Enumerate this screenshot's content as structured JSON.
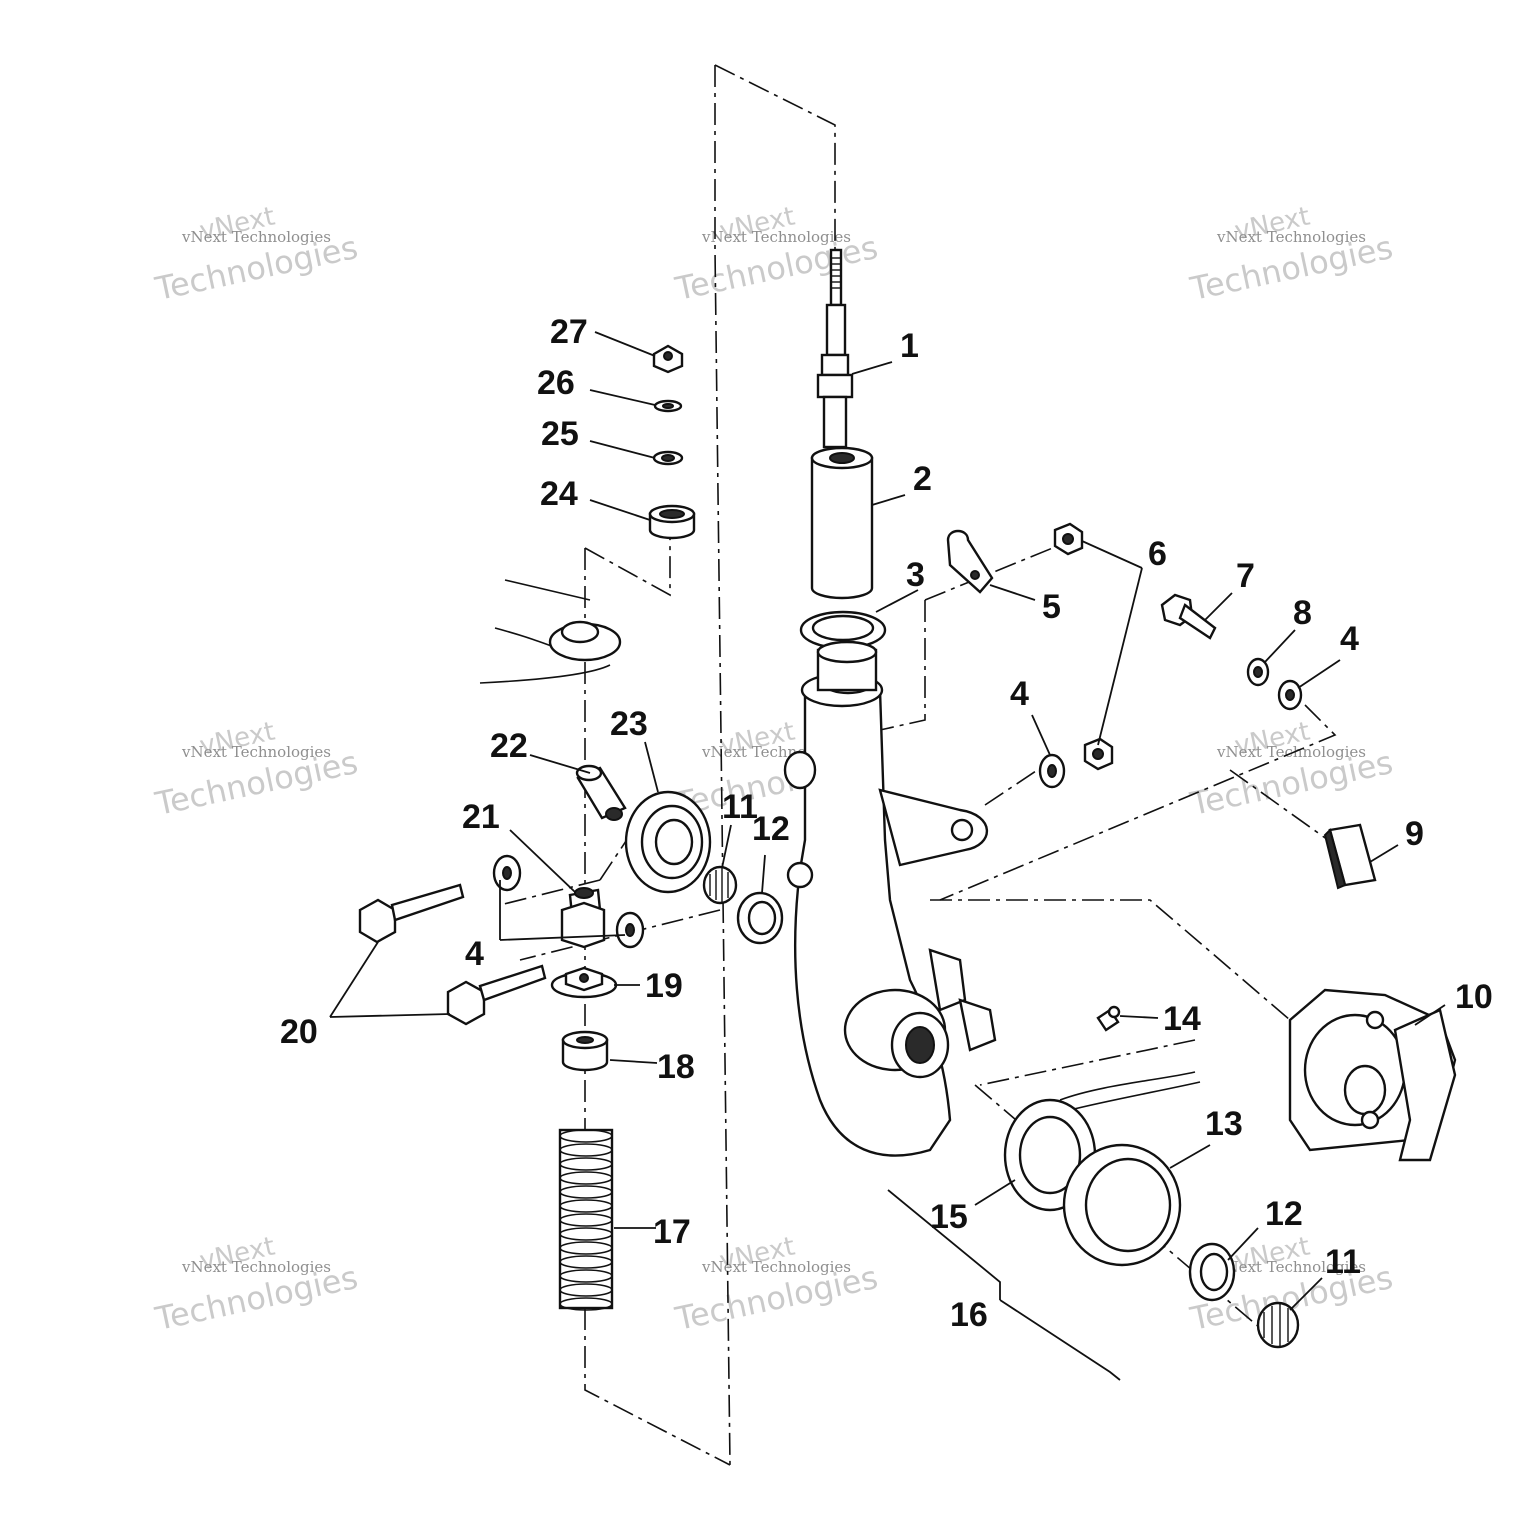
{
  "watermark": {
    "line1": "vNext",
    "line2": "vNext Technologies",
    "line3": "Technologies"
  },
  "callouts": {
    "c1": "1",
    "c2": "2",
    "c3": "3",
    "c4a": "4",
    "c4b": "4",
    "c4c": "4",
    "c5": "5",
    "c6": "6",
    "c7": "7",
    "c8": "8",
    "c9": "9",
    "c10": "10",
    "c11a": "11",
    "c11b": "11",
    "c12a": "12",
    "c12b": "12",
    "c13": "13",
    "c14": "14",
    "c15": "15",
    "c16": "16",
    "c17": "17",
    "c18": "18",
    "c19": "19",
    "c20": "20",
    "c21": "21",
    "c22": "22",
    "c23": "23",
    "c24": "24",
    "c25": "25",
    "c26": "26",
    "c27": "27"
  }
}
